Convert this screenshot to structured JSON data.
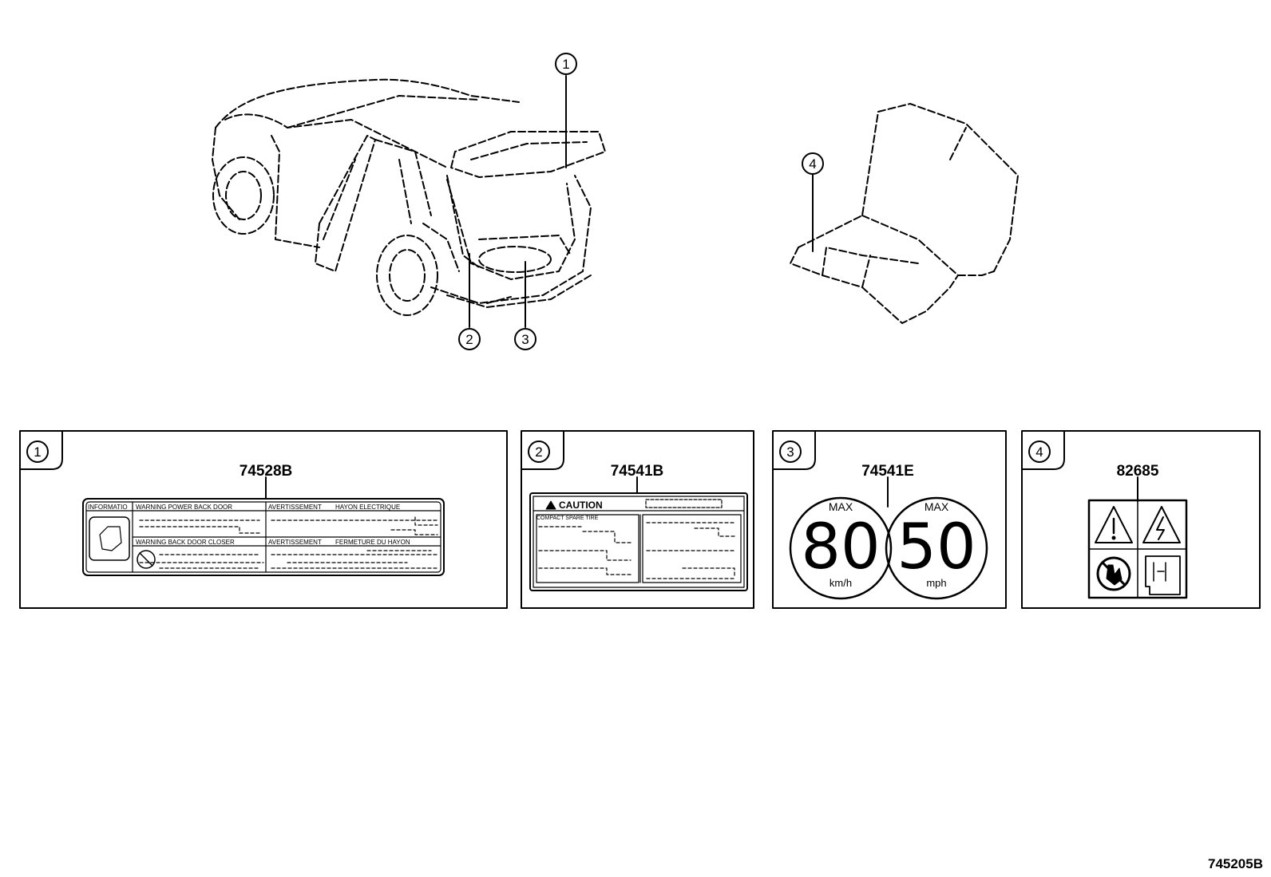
{
  "callouts": {
    "c1": "1",
    "c2": "2",
    "c3": "3",
    "c4": "4"
  },
  "panels": {
    "p1": {
      "index": "1",
      "part_number": "74528B",
      "label_texts": {
        "information": "INFORMATIO",
        "warning_power": "WARNING POWER BACK DOOR",
        "avertissement1": "AVERTISSEMENT",
        "hayon": "HAYON ELECTRIQUE",
        "warning_closer": "WARNING BACK DOOR CLOSER",
        "avertissement2": "AVERTISSEMENT",
        "fermeture": "FERMETURE DU HAYON"
      }
    },
    "p2": {
      "index": "2",
      "part_number": "74541B",
      "label_texts": {
        "caution": "CAUTION",
        "compact": "COMPACT SPARE TIRE"
      }
    },
    "p3": {
      "index": "3",
      "part_number": "74541E",
      "sign_kmh": {
        "max": "MAX",
        "value": "80",
        "unit": "km/h"
      },
      "sign_mph": {
        "max": "MAX",
        "value": "50",
        "unit": "mph"
      }
    },
    "p4": {
      "index": "4",
      "part_number": "82685"
    }
  },
  "diagram_id": "745205B"
}
